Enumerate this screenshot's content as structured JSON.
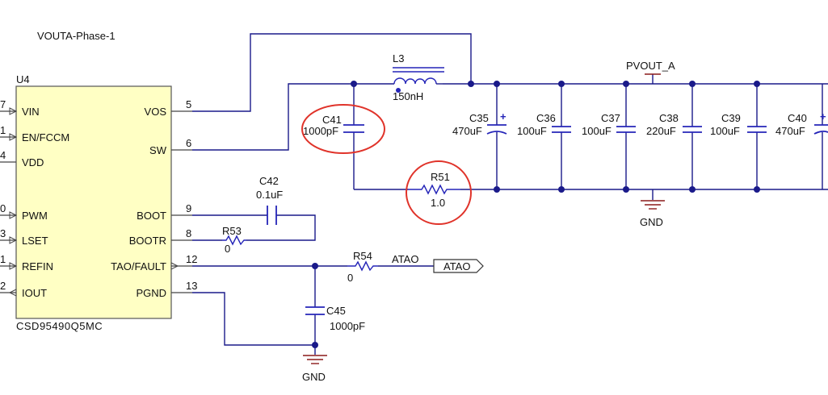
{
  "sheet_title": "VOUTA-Phase-1",
  "ic": {
    "ref": "U4",
    "part": "CSD95490Q5MC",
    "left_pins": [
      {
        "num": "7",
        "name": "VIN"
      },
      {
        "num": "1",
        "name": "EN/FCCM"
      },
      {
        "num": "4",
        "name": "VDD"
      },
      {
        "num": "0",
        "name": "PWM"
      },
      {
        "num": "3",
        "name": "LSET"
      },
      {
        "num": "1",
        "name": "REFIN"
      },
      {
        "num": "2",
        "name": "IOUT"
      }
    ],
    "right_pins": [
      {
        "num": "5",
        "name": "VOS"
      },
      {
        "num": "6",
        "name": "SW"
      },
      {
        "num": "9",
        "name": "BOOT"
      },
      {
        "num": "8",
        "name": "BOOTR"
      },
      {
        "num": "12",
        "name": "TAO/FAULT"
      },
      {
        "num": "13",
        "name": "PGND"
      }
    ]
  },
  "components": {
    "L3": {
      "ref": "L3",
      "value": "150nH"
    },
    "C41": {
      "ref": "C41",
      "value": "1000pF"
    },
    "R51": {
      "ref": "R51",
      "value": "1.0"
    },
    "C35": {
      "ref": "C35",
      "value": "470uF"
    },
    "C36": {
      "ref": "C36",
      "value": "100uF"
    },
    "C37": {
      "ref": "C37",
      "value": "100uF"
    },
    "C38": {
      "ref": "C38",
      "value": "220uF"
    },
    "C39": {
      "ref": "C39",
      "value": "100uF"
    },
    "C40": {
      "ref": "C40",
      "value": "470uF"
    },
    "C42": {
      "ref": "C42",
      "value": "0.1uF"
    },
    "R53": {
      "ref": "R53",
      "value": "0"
    },
    "R54": {
      "ref": "R54",
      "value": "0"
    },
    "C45": {
      "ref": "C45",
      "value": "1000pF"
    }
  },
  "nets": {
    "pvout": "PVOUT_A",
    "gnd_top": "GND",
    "gnd_bottom": "GND",
    "atao_label": "ATAO",
    "atao_port": "ATAO"
  },
  "colors": {
    "wire": "#1a1a8a",
    "component": "#2424b8",
    "ground": "#8b1a1a",
    "highlight": "#e0332a",
    "chip_fill": "#ffffc4"
  }
}
